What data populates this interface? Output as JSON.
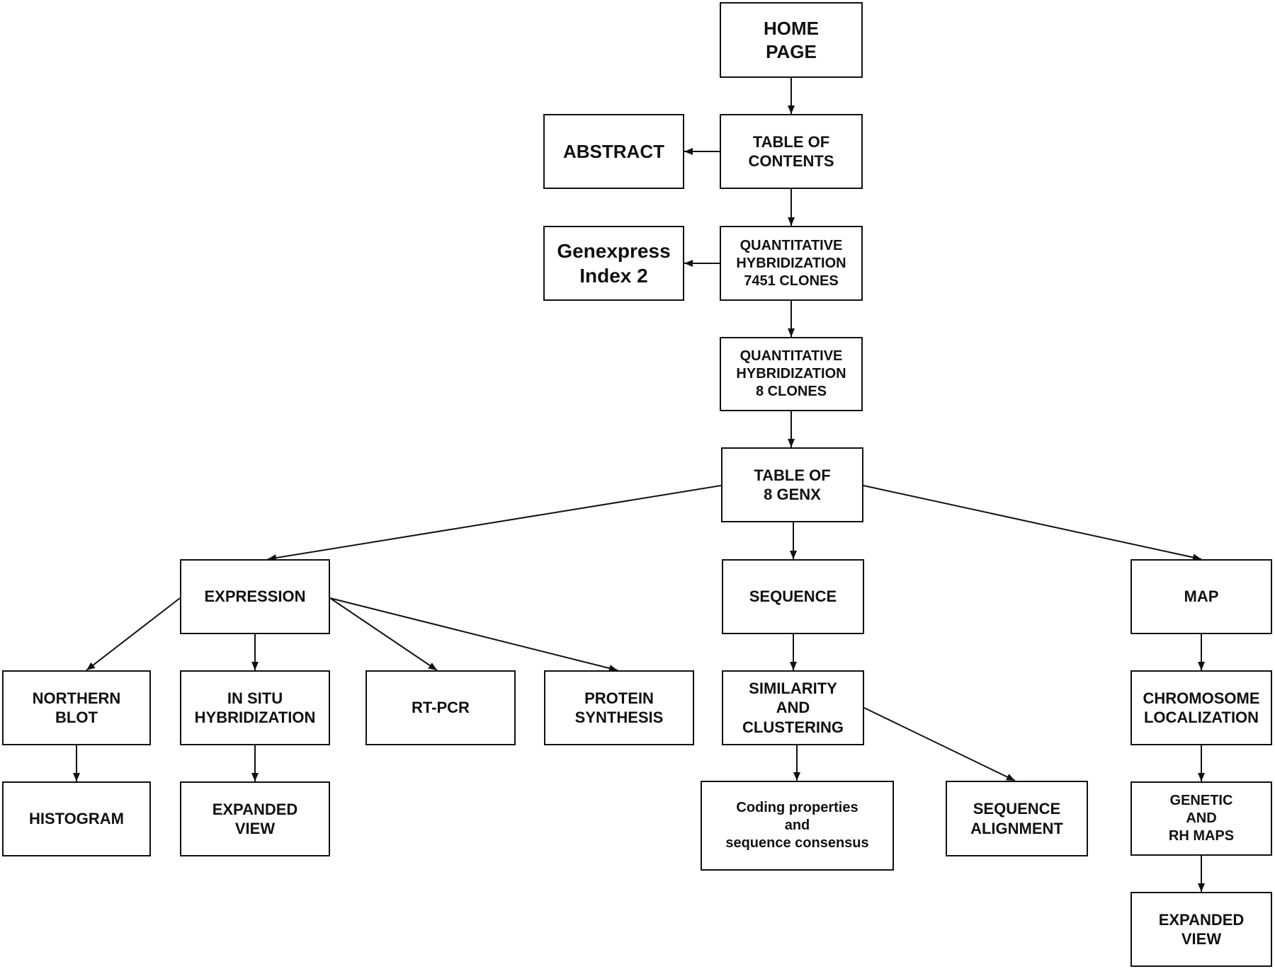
{
  "nodes": {
    "home": "HOME\nPAGE",
    "toc": "TABLE OF\nCONTENTS",
    "abstract": "ABSTRACT",
    "genexpress": "Genexpress\nIndex 2",
    "qh7451": "QUANTITATIVE\nHYBRIDIZATION\n7451 CLONES",
    "qh8": "QUANTITATIVE\nHYBRIDIZATION\n8 CLONES",
    "table8": "TABLE OF\n8 GENX",
    "expression": "EXPRESSION",
    "sequence": "SEQUENCE",
    "map": "MAP",
    "northern": "NORTHERN\nBLOT",
    "insitu": "IN SITU\nHYBRIDIZATION",
    "rtpcr": "RT-PCR",
    "protein": "PROTEIN\nSYNTHESIS",
    "similarity": "SIMILARITY\nAND\nCLUSTERING",
    "chromosome": "CHROMOSOME\nLOCALIZATION",
    "histogram": "HISTOGRAM",
    "expanded1": "EXPANDED\nVIEW",
    "coding": "Coding properties\nand\nsequence consensus",
    "alignment": "SEQUENCE\nALIGNMENT",
    "genetic": "GENETIC\nAND\nRH MAPS",
    "expanded2": "EXPANDED\nVIEW"
  }
}
